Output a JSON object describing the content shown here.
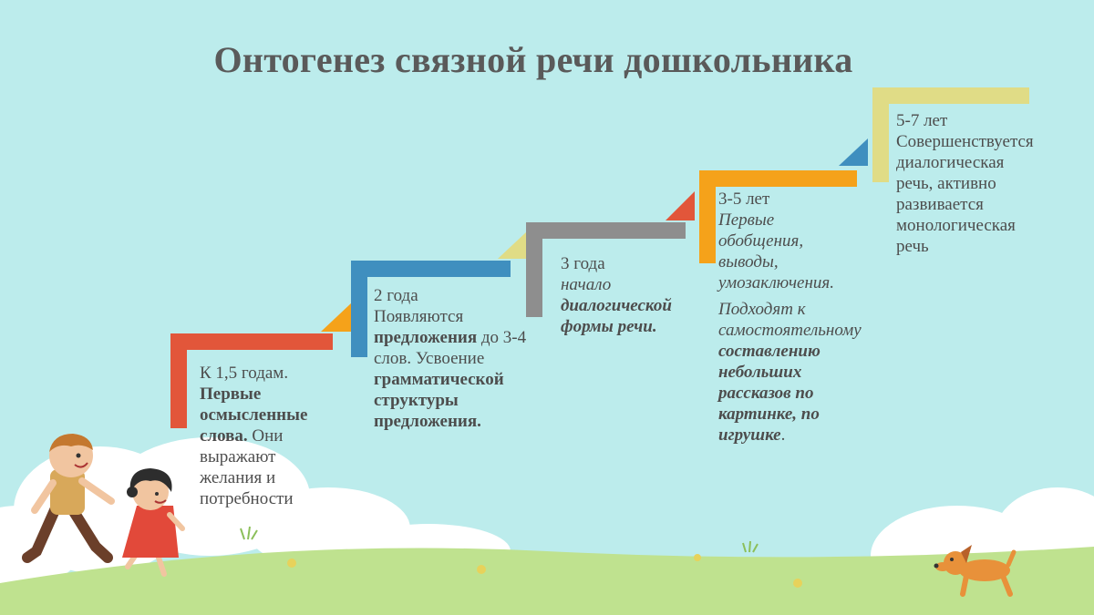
{
  "title": "Онтогенез связной речи дошкольника",
  "colors": {
    "background": "#bcecec",
    "ground": "#bfe28f",
    "step1": "#e2563a",
    "step2": "#3f8fbf",
    "step3": "#8e8e8e",
    "step4": "#f5a21a",
    "step5": "#e0dc86"
  },
  "steps": [
    {
      "age": "К 1,5 годам.",
      "bold": "Первые осмысленные слова.",
      "rest": "Они выражают желания и потребности"
    },
    {
      "age": "2 года",
      "line1": "Появляются",
      "bold1": "предложения",
      "line2": "до 3-4 слов.",
      "line3": "Усвоение",
      "bold2": "грамматической структуры предложения."
    },
    {
      "age": "3 года",
      "italic": "начало",
      "bold_italic": "диалогической формы речи."
    },
    {
      "age": "3-5 лет",
      "italic": "Первые обобщения, выводы, умозаключения.",
      "italic2": "Подходят к самостоятельному",
      "bold_italic": "составлению небольших рассказов по картинке, по игрушке",
      "end": "."
    },
    {
      "age": "5-7 лет",
      "text": "Совершенствуется диалогическая речь, активно развивается монологическая речь"
    }
  ]
}
